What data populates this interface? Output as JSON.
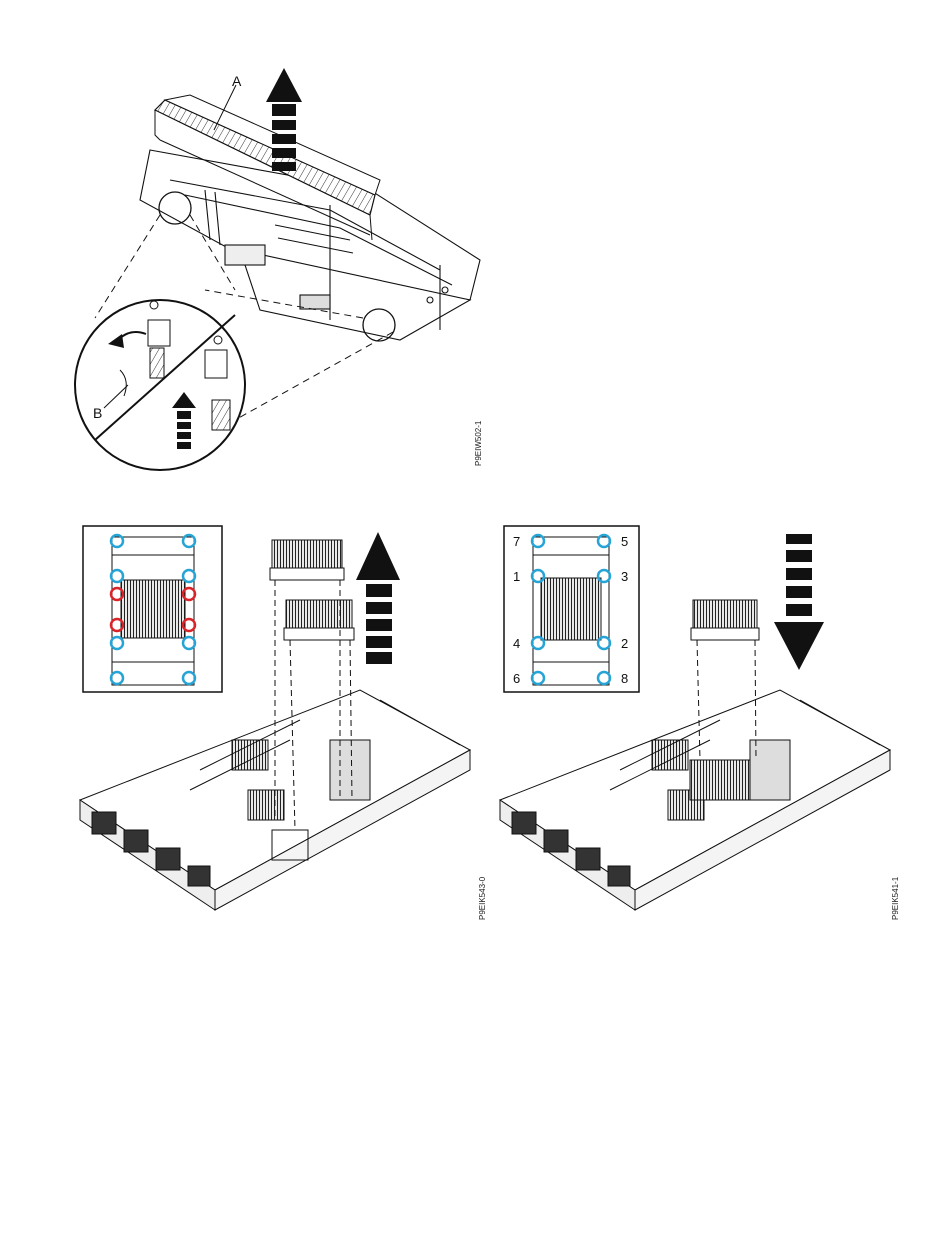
{
  "figures": [
    {
      "id": "fig1",
      "callouts": [
        "A",
        "B"
      ],
      "figure_code": "P9EIW502-1",
      "arrow": "up"
    },
    {
      "id": "fig2",
      "figure_code": "P9EIK543-0",
      "arrow": "up",
      "inset_screw_markers": {
        "removed_color": "#d9242a",
        "keep_color": "#27a4d6"
      }
    },
    {
      "id": "fig3",
      "figure_code": "P9EIK541-1",
      "arrow": "down",
      "screw_sequence": [
        "1",
        "2",
        "3",
        "4",
        "5",
        "6",
        "7",
        "8"
      ],
      "screw_labels": {
        "top_left": "7",
        "top_right": "5",
        "upper_left": "1",
        "upper_right": "3",
        "lower_left": "4",
        "lower_right": "2",
        "bottom_left": "6",
        "bottom_right": "8"
      }
    }
  ]
}
